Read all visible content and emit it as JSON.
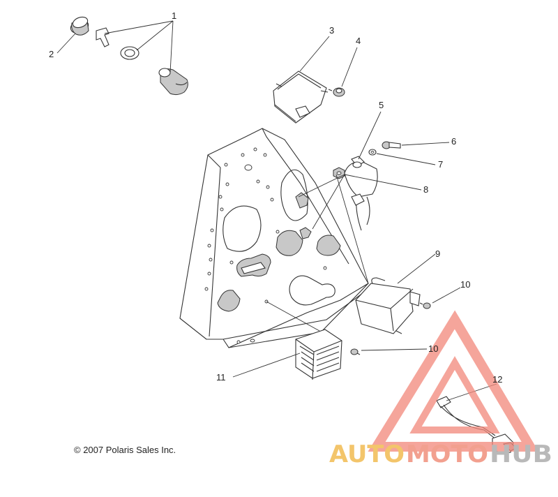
{
  "diagram": {
    "callouts": [
      {
        "label": "1"
      },
      {
        "label": "2"
      },
      {
        "label": "3"
      },
      {
        "label": "4"
      },
      {
        "label": "5"
      },
      {
        "label": "6"
      },
      {
        "label": "7"
      },
      {
        "label": "8"
      },
      {
        "label": "9"
      },
      {
        "label": "10"
      },
      {
        "label": "10"
      },
      {
        "label": "11"
      },
      {
        "label": "12"
      }
    ],
    "copyright": "© 2007 Polaris Sales Inc.",
    "watermark": {
      "text_auto": "AUTO",
      "text_moto": "MOTO",
      "text_hub": "HUB",
      "colors": {
        "auto": "#f3c56b",
        "moto": "#f2a08f",
        "hub": "#b9b9b9",
        "triangle": "#f2877a"
      }
    }
  }
}
